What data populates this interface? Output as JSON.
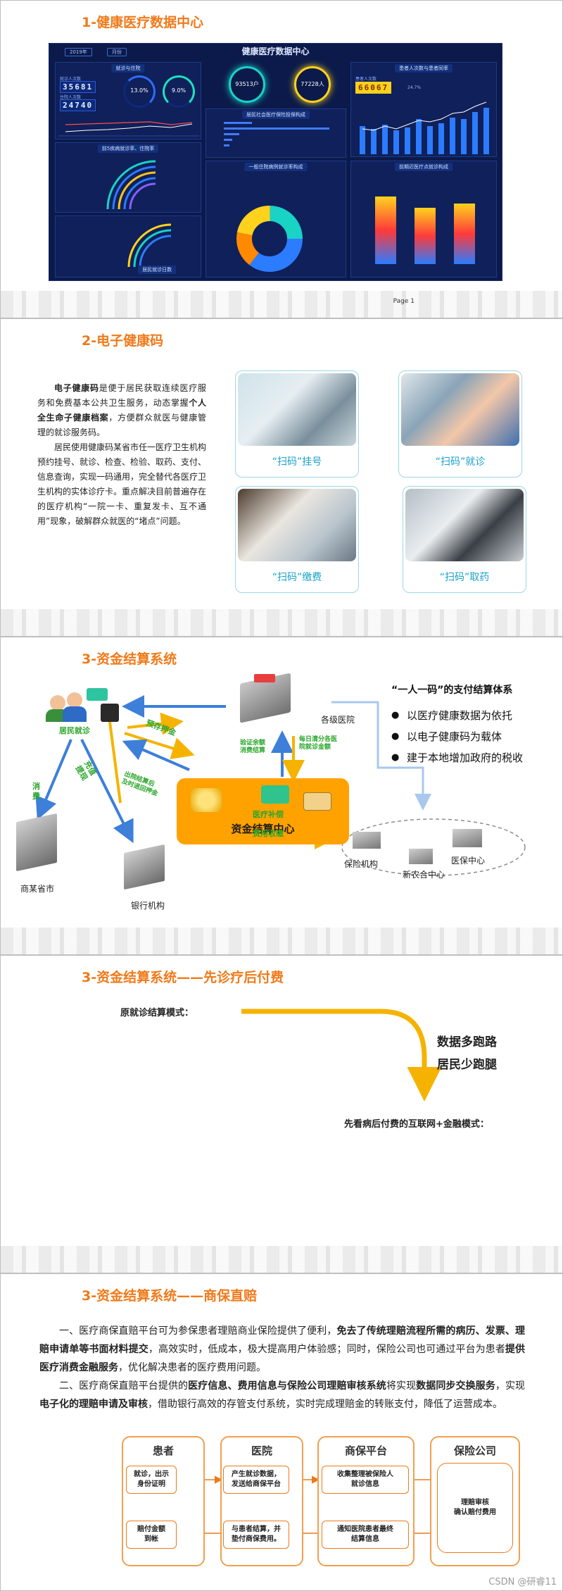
{
  "slide1": {
    "title": "1-健康医疗数据中心",
    "dashboard_title": "健康医疗数据中心",
    "year_btn": "2019年",
    "period_btn": "月份",
    "panel_left_top": "就诊与住院",
    "kpi_1_label": "就诊人次数",
    "kpi_1": "35681",
    "kpi_2_label": "住院人次数",
    "kpi_2": "24740",
    "ring_1": "13.0%",
    "ring_2": "9.0%",
    "center_ring_1": "93513户",
    "center_ring_2": "77228人",
    "panel_center_1": "居民社会医疗保险投保构成",
    "panel_right_top": "患者人次数与患者同率",
    "kpi_3_label": "患者人次数",
    "kpi_3": "66067",
    "kpi_3_rate": "24.7%",
    "panel_left_mid": "前5疾病就诊率、住院率",
    "panel_center_2": "一般住院病例就诊率构成",
    "panel_right_mid": "前期近医疗点就诊构成",
    "panel_left_bottom": "居民就诊日数",
    "page": "Page 1"
  },
  "slide2": {
    "title": "2-电子健康码",
    "p1_lead": "电子健康码",
    "p1_a": "是便于居民获取连续医疗服务和免费基本公共卫生服务，动态掌握",
    "p1_bold": "个人全生命子健康档案",
    "p1_b": "，方便群众就医与健康管理的就诊服务码。",
    "p2": "居民使用健康码某省市任一医疗卫生机构预约挂号、就诊、检查、检验、取药、支付、信息查询，实现一码通用，完全替代各医疗卫生机构的实体诊疗卡。重点解决目前普遍存在的医疗机构“一院一卡、重复发卡、互不通用”现象，破解群众就医的“堵点”问题。",
    "cards": [
      {
        "caption": "“扫码”挂号"
      },
      {
        "caption": "“扫码”就诊"
      },
      {
        "caption": "“扫码”缴费"
      },
      {
        "caption": "“扫码”取药"
      }
    ]
  },
  "slide3": {
    "title": "3-资金结算系统",
    "resident": "居民就诊",
    "hospital": "各级医院",
    "center": "资金结算中心",
    "city": "商某省市",
    "bank": "银行机构",
    "insurers": "保险机构",
    "medical_center": "医保中心",
    "rural": "新农合中心",
    "flow_consume": "消费",
    "flow_recharge": "充值\n提现",
    "flow_prepay": "预存押金",
    "flow_return": "出院结算后\n及时退回押金",
    "flow_verify": "验证余额\n消费结算",
    "flow_daily": "每日清分各医\n院就诊金额",
    "flow_subsidy": "医疗补偿",
    "flow_fee": "费用收缴",
    "bullet_head": "“一人一码”的支付结算体系",
    "bullets": [
      "以医疗健康数据为依托",
      "以电子健康码为载体",
      "建于本地增加政府的税收"
    ]
  },
  "slide4": {
    "title": "3-资金结算系统——先诊疗后付费",
    "old_mode": "原就诊结算模式：",
    "tag1": "数据多跑路",
    "tag2": "居民少跑腿",
    "new_mode": "先看病后付费的互联网+金融模式："
  },
  "slide5": {
    "title": "3-资金结算系统——商保直赔",
    "p1_a": "一、医疗商保直赔平台可为参保患者理赔商业保险提供了便利，",
    "p1_bold": "免去了传统理赔流程所需的病历、发票、理赔申请单等书面材料提交",
    "p1_b": "，高效实时，低成本，极大提高用户体验感；同时，保险公司也可通过平台为患者",
    "p1_bold2": "提供医疗消费金融服务",
    "p1_c": "，优化解决患者的医疗费用问题。",
    "p2_a": "二、医疗商保直赔平台提供的",
    "p2_bold": "医疗信息、费用信息与保险公司理赔审核系统",
    "p2_b": "将实现",
    "p2_bold2": "数据同步交换服务",
    "p2_c": "，实现",
    "p2_bold3": "电子化的理赔申请及审核",
    "p2_d": "，借助银行高效的存管支付系统，实时完成理赔金的转账支付，降低了运营成本。",
    "cols": [
      {
        "head": "患者",
        "top": "就诊，出示\n身份证明",
        "bottom": "赔付金额\n到帐"
      },
      {
        "head": "医院",
        "top": "产生就诊数据，\n发送给商保平台",
        "bottom": "与患者结算，并\n垫付商保费用。"
      },
      {
        "head": "商保平台",
        "top": "收集整理被保险人\n就诊信息",
        "bottom": "通知医院患者最终\n结算信息"
      },
      {
        "head": "保险公司",
        "top": "理赔审核\n确认赔付费用",
        "bottom": ""
      }
    ],
    "watermark": "CSDN @研睿11"
  }
}
